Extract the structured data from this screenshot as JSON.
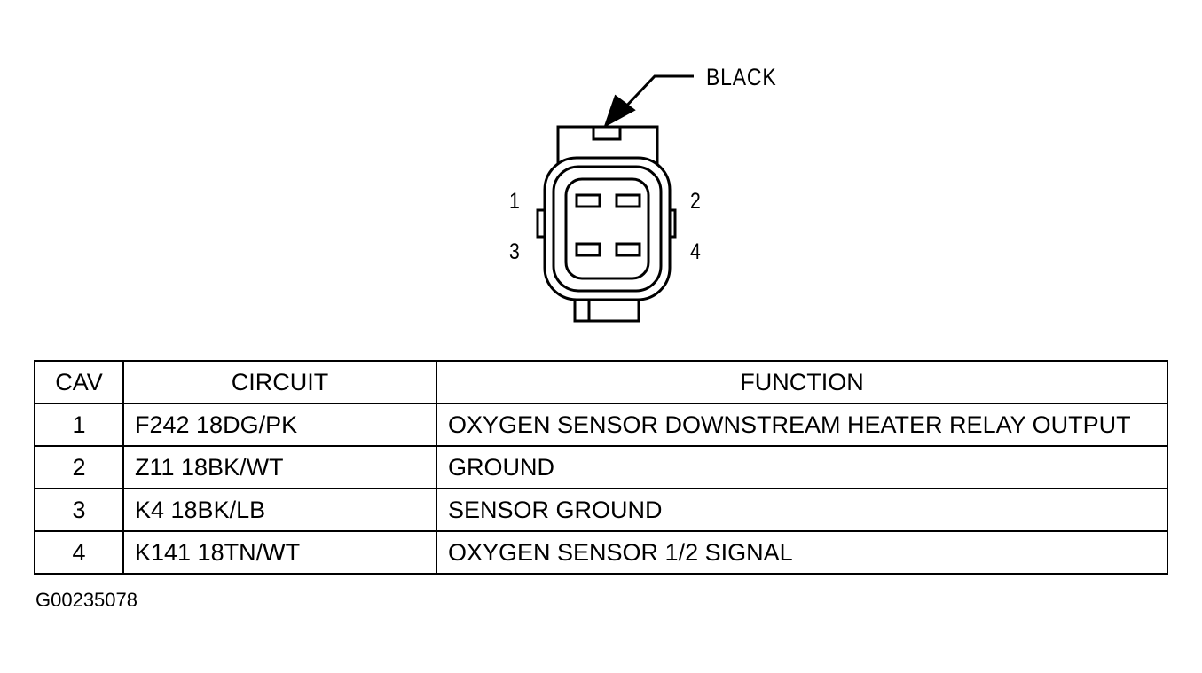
{
  "connector": {
    "color_label": "BLACK",
    "pins": [
      "1",
      "2",
      "3",
      "4"
    ]
  },
  "table": {
    "headers": {
      "cav": "CAV",
      "circuit": "CIRCUIT",
      "function": "FUNCTION"
    },
    "rows": [
      {
        "cav": "1",
        "circuit": "F242 18DG/PK",
        "function": "OXYGEN SENSOR DOWNSTREAM HEATER RELAY OUTPUT"
      },
      {
        "cav": "2",
        "circuit": "Z11 18BK/WT",
        "function": "GROUND"
      },
      {
        "cav": "3",
        "circuit": "K4 18BK/LB",
        "function": "SENSOR GROUND"
      },
      {
        "cav": "4",
        "circuit": "K141 18TN/WT",
        "function": "OXYGEN SENSOR 1/2 SIGNAL"
      }
    ]
  },
  "figure_id": "G00235078"
}
